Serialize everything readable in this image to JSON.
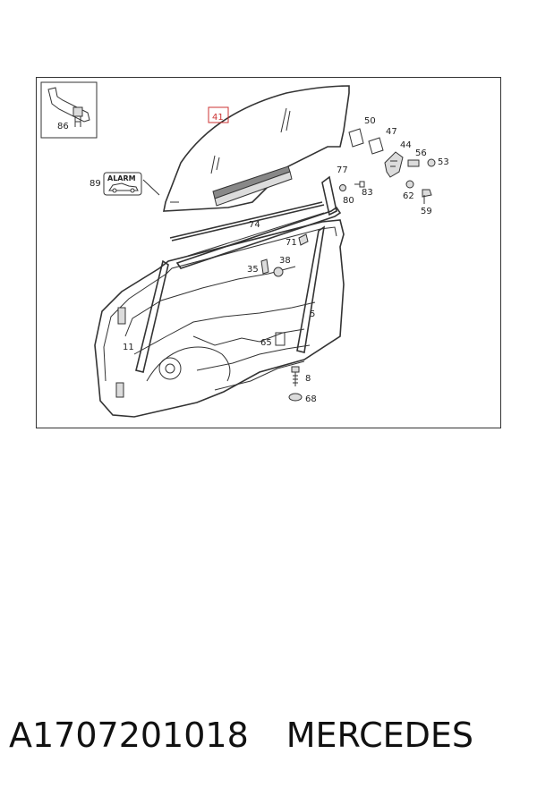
{
  "diagram": {
    "callouts": {
      "c41": "41",
      "c50": "50",
      "c47": "47",
      "c44": "44",
      "c56": "56",
      "c53": "53",
      "c77": "77",
      "c80": "80",
      "c83": "83",
      "c62": "62",
      "c59": "59",
      "c86": "86",
      "c89": "89",
      "c74": "74",
      "c71": "71",
      "c35": "35",
      "c38": "38",
      "c5": "5",
      "c11": "11",
      "c65": "65",
      "c8": "8",
      "c68": "68"
    },
    "alarm_text": "ALARM",
    "highlight_color": "#cc3333"
  },
  "footer": {
    "part_number": "A1707201018",
    "brand": "MERCEDES"
  }
}
